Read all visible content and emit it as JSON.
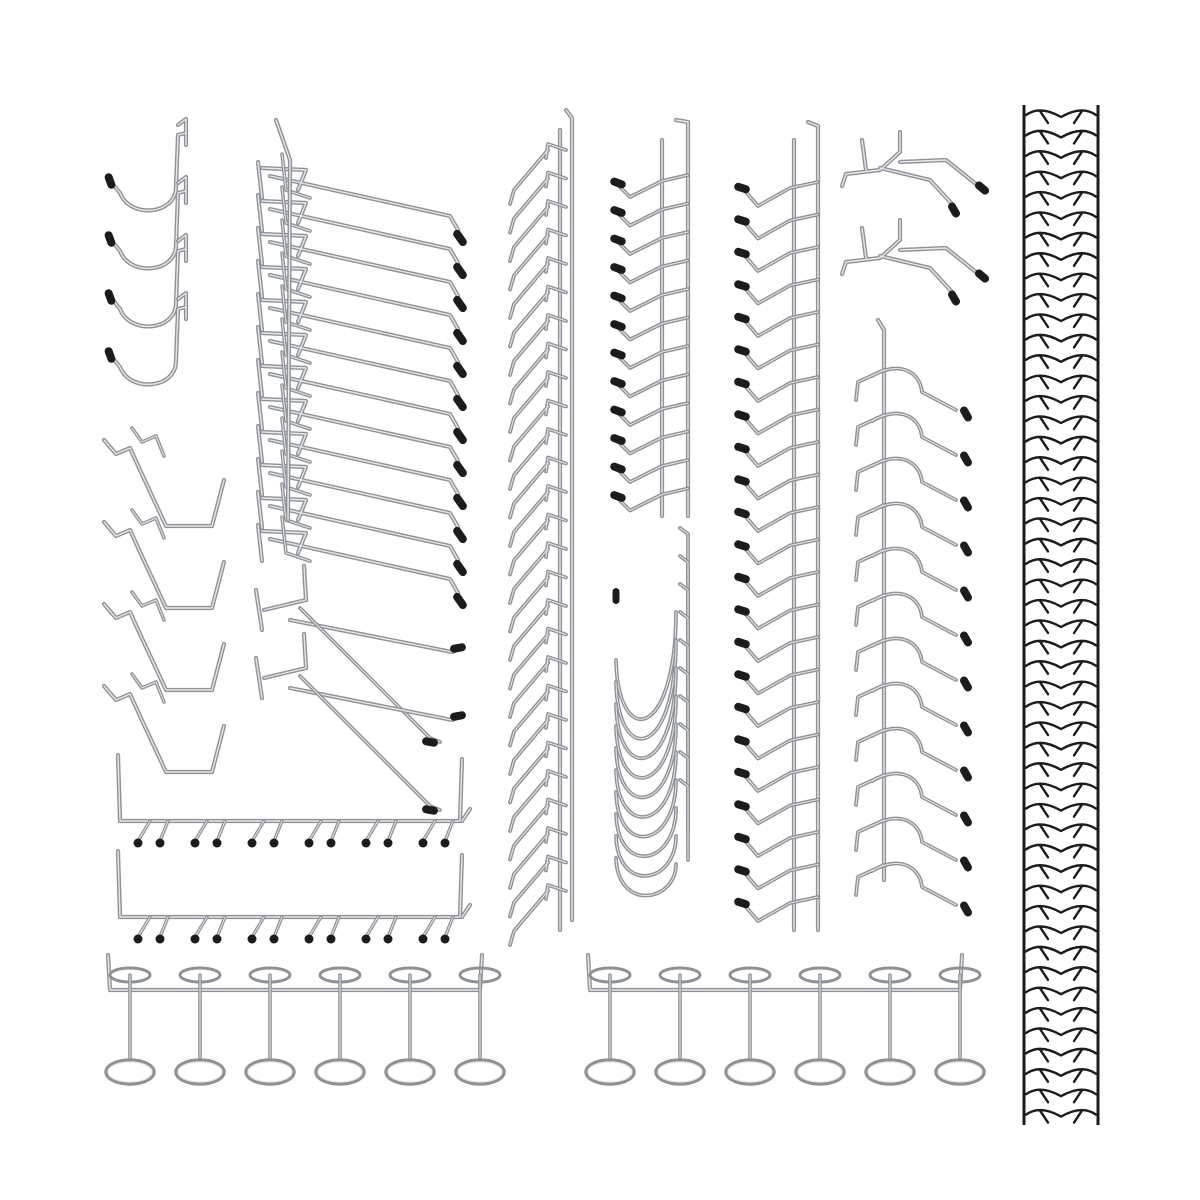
{
  "photo": {
    "subject": "pegboard-hook-assortment",
    "colors": {
      "background": "#ffffff",
      "metal": "#a9adb1",
      "metal_highlight": "#e6e8ea",
      "cap": "#1c1c1c"
    },
    "groups": [
      {
        "kind": "j-hook",
        "count": 4
      },
      {
        "kind": "double-prong-hook",
        "count": 12
      },
      {
        "kind": "l-hook",
        "count": 35
      },
      {
        "kind": "curved-j-hook",
        "count": 10
      },
      {
        "kind": "s-bend-hook",
        "count": 4
      },
      {
        "kind": "double-long-hook",
        "count": 2
      },
      {
        "kind": "multi-hook-bar",
        "count": 2
      },
      {
        "kind": "double-arm-hook",
        "count": 2
      },
      {
        "kind": "curved-tip-hook",
        "count": 12
      },
      {
        "kind": "ring-holder-bar",
        "count": 2
      },
      {
        "kind": "pegboard-lock",
        "count": 50
      }
    ]
  }
}
